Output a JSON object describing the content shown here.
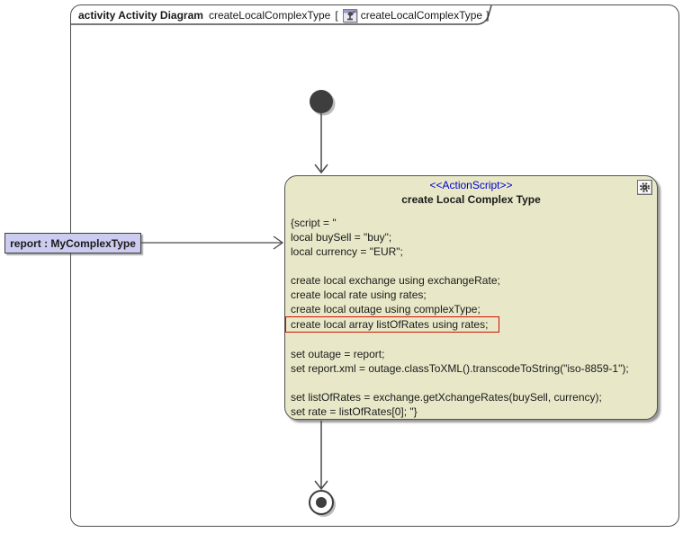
{
  "frame": {
    "tab": {
      "kind_label": "activity Activity Diagram",
      "context_name": "createLocalComplexType",
      "open_bracket": "[",
      "diagram_name": "createLocalComplexType",
      "close_bracket": "]",
      "icon": "activity-diagram-icon"
    }
  },
  "action_node": {
    "stereotype": "<<ActionScript>>",
    "title": "create Local Complex Type",
    "corner_icon": "gear-icon",
    "script_lines": [
      "{script = \"",
      "local buySell = \"buy\";",
      "local currency = \"EUR\";",
      "",
      "create local exchange using exchangeRate;",
      "create local rate using rates;",
      "create local outage using complexType;",
      "create local array listOfRates using rates;",
      "",
      "set outage = report;",
      "set report.xml = outage.classToXML().transcodeToString(\"iso-8859-1\");",
      "",
      "set listOfRates = exchange.getXchangeRates(buySell, currency);",
      "set rate = listOfRates[0]; \"}"
    ],
    "highlighted_line_index": 7
  },
  "input_pin_label": {
    "text": "report : MyComplexType"
  },
  "nodes": {
    "initial_node": "initial-node",
    "final_node": "activity-final-node"
  },
  "colors": {
    "node_fill": "#e8e8c8",
    "node_border": "#525252",
    "label_fill": "#ccccf0",
    "stereotype_text": "#0000cc",
    "highlight_border": "#cc1100",
    "connector": "#4a4a4a",
    "node_dark": "#3e3e3e"
  }
}
